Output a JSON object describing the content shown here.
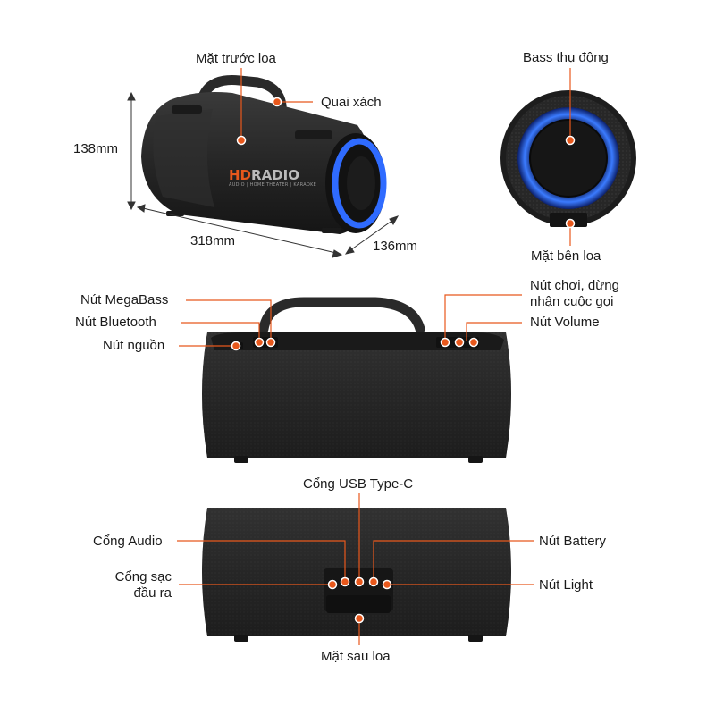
{
  "labels": {
    "front": "Mặt trước loa",
    "handle": "Quai xách",
    "height": "138mm",
    "length": "318mm",
    "depth": "136mm",
    "passive_bass": "Bass thụ động",
    "side": "Mặt bên loa",
    "megabass": "Nút MegaBass",
    "bluetooth": "Nút Bluetooth",
    "power": "Nút nguồn",
    "play_line1": "Nút chơi, dừng",
    "play_line2": "nhận cuộc gọi",
    "volume": "Nút Volume",
    "usb": "Cổng USB Type-C",
    "audio": "Cổng Audio",
    "charge_line1": "Cổng sạc",
    "charge_line2": "đầu ra",
    "battery": "Nút Battery",
    "light": "Nút Light",
    "back": "Mặt sau loa"
  },
  "watermark": {
    "brand_hd": "HD",
    "brand_radio": "RADIO",
    "tagline": "AUDIO | HOME THEATER | KARAOKE"
  },
  "colors": {
    "callout": "#e8581c",
    "fabric": "#262626",
    "glow": "#2f6bff"
  }
}
